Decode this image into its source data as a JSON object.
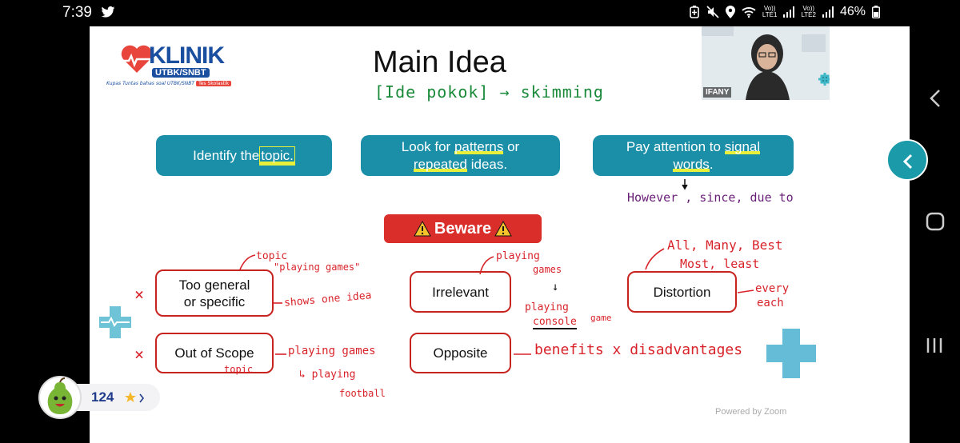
{
  "status_bar": {
    "time": "7:39",
    "battery": "46%",
    "lte1_top": "Vo))",
    "lte1_bottom": "LTE1",
    "lte2_top": "Vo))",
    "lte2_bottom": "LTE2"
  },
  "slide": {
    "logo": {
      "brand": "KLINIK",
      "sub": "UTBK/SNBT",
      "tagline": "Kupas Tuntas bahas soal UTBK/SNBT",
      "tagline_badge": "Tes Skolastik"
    },
    "title": "Main Idea",
    "subtitle_ink": "[Ide pokok] → skimming",
    "tips": [
      {
        "pre": "Identify the ",
        "highlight": "topic.",
        "post": ""
      },
      {
        "line1_pre": "Look for ",
        "line1_hl": "patterns",
        "line1_post": " or",
        "line2_hl": "repeated",
        "line2_post": " ideas."
      },
      {
        "line1_pre": "Pay attention to ",
        "line1_hl": "signal",
        "line2_hl": "words",
        "line2_post": "."
      }
    ],
    "signal_examples_ink": "However , since, due to",
    "beware_label": "Beware",
    "distractors": {
      "too_general_line1": "Too general",
      "too_general_line2": "or specific",
      "irrelevant": "Irrelevant",
      "distortion": "Distortion",
      "out_of_scope": "Out of Scope",
      "opposite": "Opposite"
    },
    "ink_notes": {
      "x_mark_1": "×",
      "x_mark_2": "×",
      "topic_note": "topic",
      "playing_games_quote": "\"playing games\"",
      "shows_one_idea": "shows one idea",
      "irrelevant_top_1": "playing",
      "irrelevant_top_2": "games",
      "irrelevant_arrow": "↓",
      "irrelevant_bottom_1": "playing",
      "irrelevant_bottom_2": "console",
      "irrelevant_bottom_3": "game",
      "distortion_words_1": "All, Many, Best",
      "distortion_words_2": "Most, least",
      "distortion_every": "every",
      "distortion_each": "each",
      "scope_1": "playing games",
      "scope_2": "↳ playing",
      "scope_3": "football",
      "scope_topic": "topic",
      "opposite_note": "benefits x disadvantages"
    },
    "camera": {
      "name": "IFANY"
    },
    "zoom_watermark": "Powered by Zoom"
  },
  "badge": {
    "count": "124"
  },
  "colors": {
    "teal": "#1b8fa8",
    "red": "#d92e2a",
    "ink_red": "#d8232a",
    "ink_green": "#1a8a3a",
    "ink_purple": "#6a1f78",
    "brand_blue": "#1a4fa0"
  }
}
